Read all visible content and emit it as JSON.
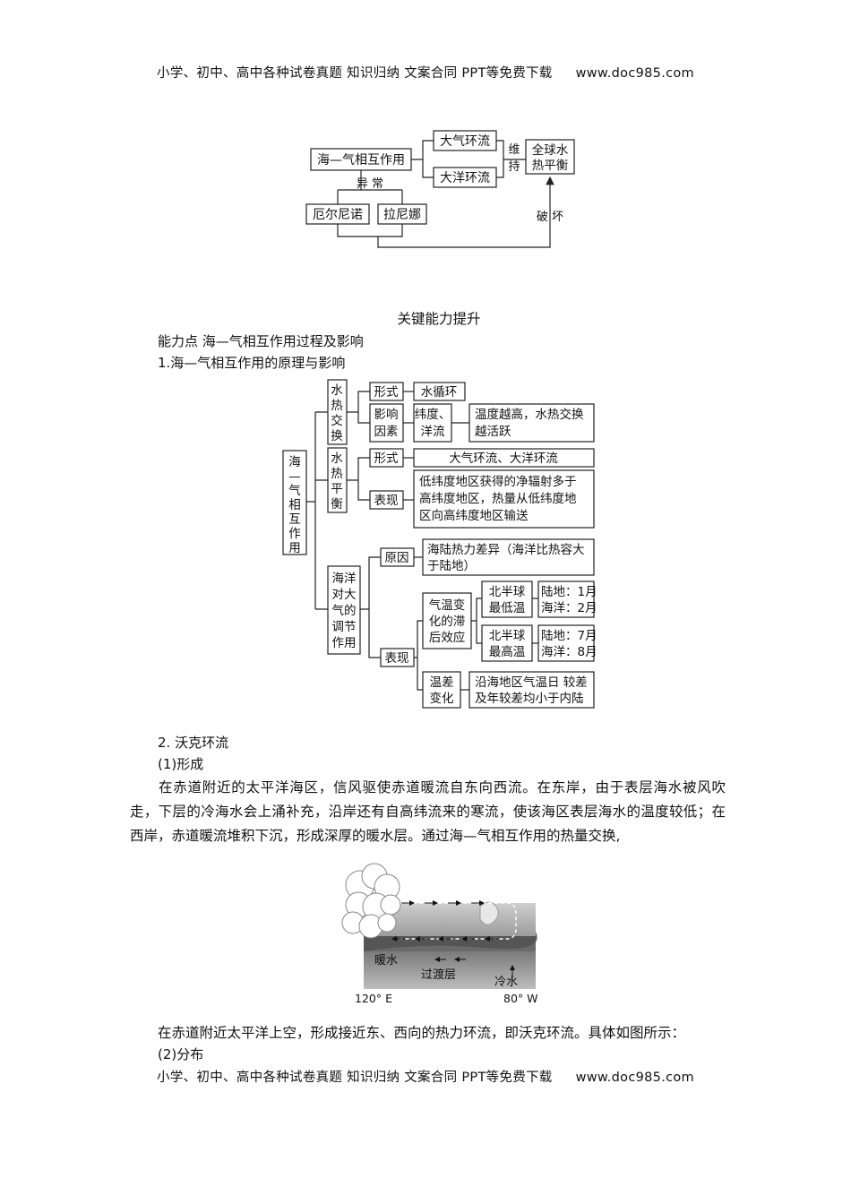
{
  "header": {
    "text": "小学、初中、高中各种试卷真题  知识归纳  文案合同  PPT等免费下载",
    "site": "www.doc985.com"
  },
  "footer": {
    "text": "小学、初中、高中各种试卷真题  知识归纳  文案合同  PPT等免费下载",
    "site": "www.doc985.com"
  },
  "diagram1": {
    "root": "海—气相互作用",
    "atmos": "大气环流",
    "ocean": "大洋环流",
    "maintain": [
      "维",
      "持"
    ],
    "balance": [
      "全球水",
      "热平衡"
    ],
    "abnormal": "异  常",
    "elnino": "厄尔尼诺",
    "lanina": "拉尼娜",
    "destroy": "破  坏"
  },
  "section_title": "关键能力提升",
  "ability_point": "能力点    海—气相互作用过程及影响",
  "sub1": "1.海—气相互作用的原理与影响",
  "diagram2": {
    "root": [
      "海",
      "—",
      "气",
      "相",
      "互",
      "作",
      "用"
    ],
    "b1": {
      "title": [
        "水",
        "热",
        "交",
        "换"
      ],
      "form": "形式",
      "form_val": "水循环",
      "factor": [
        "影响",
        "因素"
      ],
      "factor_val": [
        "纬度、",
        "洋流"
      ],
      "effect": [
        "温度越高，水热交换",
        "越活跃"
      ]
    },
    "b2": {
      "title": [
        "水",
        "热",
        "平",
        "衡"
      ],
      "form": "形式",
      "form_val": "大气环流、大洋环流",
      "show": "表现",
      "show_val": [
        "低纬度地区获得的净辐射多于",
        "高纬度地区，热量从低纬度地",
        "区向高纬度地区输送"
      ]
    },
    "b3": {
      "title": [
        "海洋",
        "对大",
        "气的",
        "调节",
        "作用"
      ],
      "cause": "原因",
      "cause_val": [
        "海陆热力差异（海洋比热容大",
        "于陆地）"
      ],
      "show": "表现",
      "lag": [
        "气温变",
        "化的滞",
        "后效应"
      ],
      "north_low": [
        "北半球",
        "最低温"
      ],
      "low_val": [
        "陆地：1月",
        "海洋：2月"
      ],
      "north_high": [
        "北半球",
        "最高温"
      ],
      "high_val": [
        "陆地：7月",
        "海洋：8月"
      ],
      "range": [
        "温差",
        "变化"
      ],
      "range_val": [
        "沿海地区气温日 较差",
        "及年较差均小于内陆"
      ]
    }
  },
  "sub2": "2.  沃克环流",
  "sub2_1": "(1)形成",
  "paragraph": "在赤道附近的太平洋海区，信风驱使赤道暖流自东向西流。在东岸，由于表层海水被风吹走，下层的冷海水会上涌补充，沿岸还有自高纬流来的寒流，使该海区表层海水的温度较低；在西岸，赤道暖流堆积下沉，形成深厚的暖水层。通过海—气相互作用的热量交换,",
  "walker_figure": {
    "warm": "暖水",
    "transition": "过渡层",
    "cold": "冷水",
    "lon_west": "120° E",
    "lon_east": "80° W"
  },
  "paragraph2": "在赤道附近太平洋上空，形成接近东、西向的热力环流，即沃克环流。具体如图所示：",
  "sub2_2": "(2)分布"
}
